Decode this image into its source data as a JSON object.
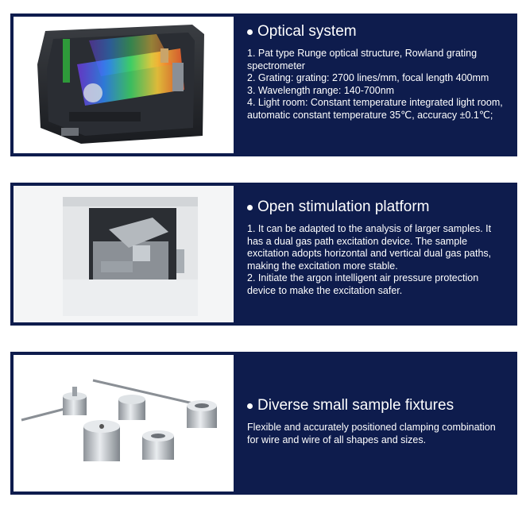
{
  "sections": [
    {
      "title": "Optical system",
      "lines": [
        "1. Pat type Runge optical structure, Rowland grating spectrometer",
        "2. Grating: grating: 2700 lines/mm, focal length 400mm",
        "3. Wavelength range: 140-700nm",
        "4. Light room: Constant temperature integrated light room, automatic constant temperature 35℃, accuracy ±0.1℃;"
      ],
      "image_icon": "optical-chamber-illustration"
    },
    {
      "title": "Open stimulation platform",
      "lines": [
        "1. It can be adapted to the analysis of larger samples. It has a dual gas path excitation device. The sample excitation adopts horizontal and vertical dual gas paths, making the excitation more stable.",
        "2. Initiate the argon intelligent air pressure protection device to make the excitation safer."
      ],
      "image_icon": "stimulation-platform-photo"
    },
    {
      "title": "Diverse small sample fixtures",
      "lines": [
        "Flexible and accurately positioned clamping combination for wire and wire of all shapes and sizes."
      ],
      "image_icon": "sample-fixtures-photo"
    }
  ],
  "colors": {
    "panel_bg": "#0e1c4d",
    "text": "#ffffff"
  }
}
